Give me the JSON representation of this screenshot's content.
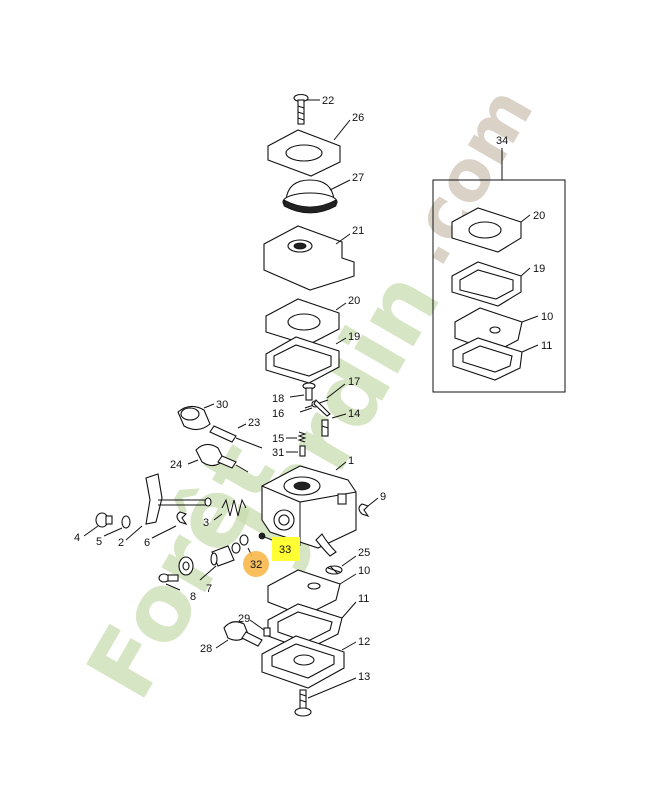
{
  "labels": {
    "p22": "22",
    "p26": "26",
    "p27": "27",
    "p21": "21",
    "p20": "20",
    "p19": "19",
    "p18": "18",
    "p17": "17",
    "p16": "16",
    "p14": "14",
    "p15": "15",
    "p31": "31",
    "p1": "1",
    "p30": "30",
    "p23": "23",
    "p24": "24",
    "p3": "3",
    "p9": "9",
    "p4": "4",
    "p5": "5",
    "p2": "2",
    "p6": "6",
    "p7": "7",
    "p8": "8",
    "p32": "32",
    "p33": "33",
    "p25": "25",
    "p10": "10",
    "p11": "11",
    "p29": "29",
    "p28": "28",
    "p12": "12",
    "p13": "13",
    "kit": "34",
    "kit20": "20",
    "kit19": "19",
    "kit10": "10",
    "kit11": "11"
  },
  "highlight_colors": {
    "p32": "#f7b84a",
    "p33": "#ffff33"
  },
  "watermark": {
    "main": "Forêt",
    "sub": "Jardin",
    "suffix": ".com"
  }
}
